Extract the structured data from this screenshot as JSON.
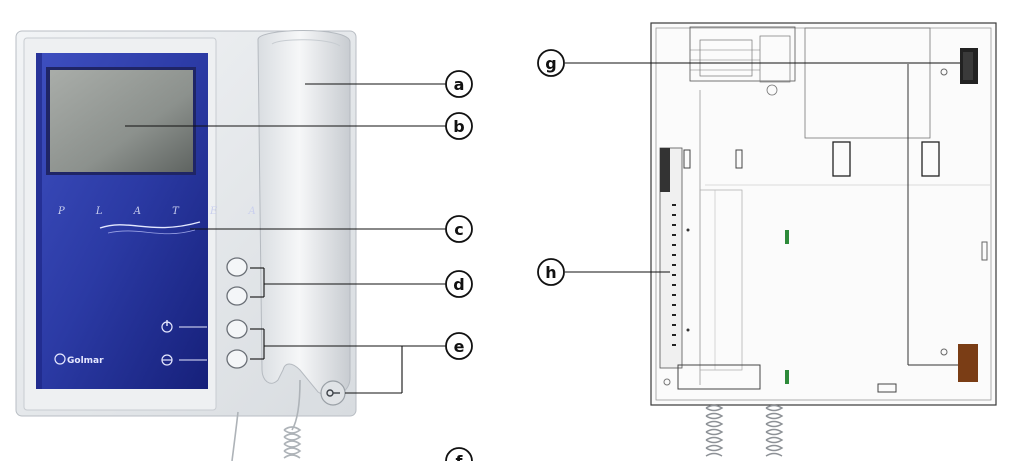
{
  "device": {
    "brand_wordmark": "P L A T E A",
    "maker_logo": "Golmar"
  },
  "callouts": [
    {
      "letter": "a",
      "target": "handset"
    },
    {
      "letter": "b",
      "target": "screen"
    },
    {
      "letter": "c",
      "target": "front-panel"
    },
    {
      "letter": "d",
      "target": "upper-buttons"
    },
    {
      "letter": "e",
      "target": "lower-buttons-and-door-release"
    },
    {
      "letter": "f",
      "target": "handset-cord"
    },
    {
      "letter": "g",
      "target": "mounting-holes"
    },
    {
      "letter": "h",
      "target": "terminal-block"
    }
  ],
  "icons": {
    "power": "power-icon",
    "door_open": "door-open-icon",
    "door_release": "key-icon"
  },
  "colors": {
    "panel_blue": "#2a3a9c",
    "housing": "#e8ebee",
    "screen": "#8a8f8c",
    "line": "#111111"
  }
}
